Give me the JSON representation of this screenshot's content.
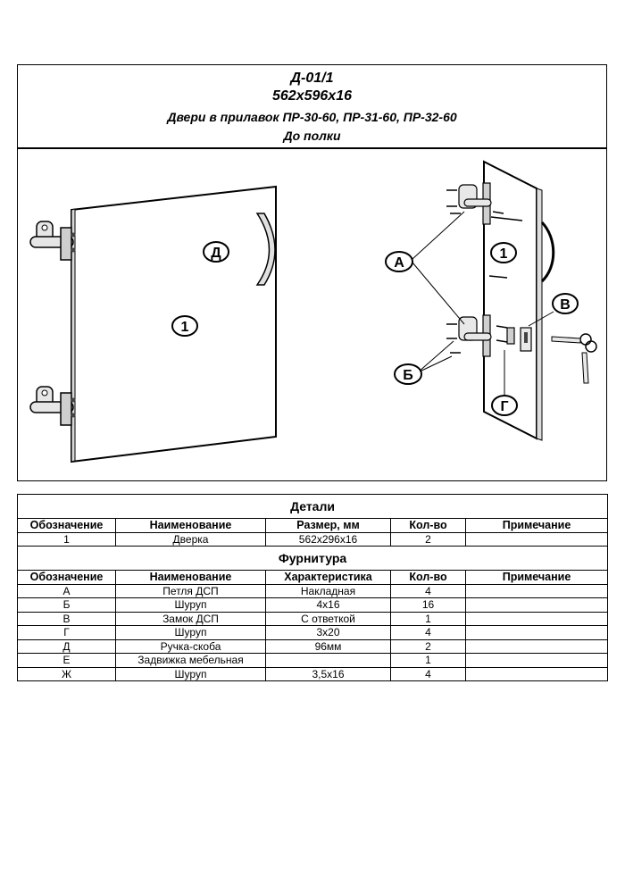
{
  "header": {
    "code": "Д-01/1",
    "dimensions": "562x596x16",
    "title": "Двери в прилавок ПР-30-60, ПР-31-60, ПР-32-60",
    "subtitle": "До полки"
  },
  "drawing": {
    "callouts": {
      "door_left": "1",
      "handle_left": "Д",
      "hinge_a": "А",
      "door_right": "1",
      "lock_v": "В",
      "screw_b": "Б",
      "screw_g": "Г"
    }
  },
  "details": {
    "section_title": "Детали",
    "columns": [
      "Обозначение",
      "Наименование",
      "Размер, мм",
      "Кол-во",
      "Примечание"
    ],
    "rows": [
      [
        "1",
        "Дверка",
        "562x296x16",
        "2",
        ""
      ]
    ]
  },
  "hardware": {
    "section_title": "Фурнитура",
    "columns": [
      "Обозначение",
      "Наименование",
      "Характеристика",
      "Кол-во",
      "Примечание"
    ],
    "rows": [
      [
        "А",
        "Петля ДСП",
        "Накладная",
        "4",
        ""
      ],
      [
        "Б",
        "Шуруп",
        "4x16",
        "16",
        ""
      ],
      [
        "В",
        "Замок ДСП",
        "С ответкой",
        "1",
        ""
      ],
      [
        "Г",
        "Шуруп",
        "3x20",
        "4",
        ""
      ],
      [
        "Д",
        "Ручка-скоба",
        "96мм",
        "2",
        ""
      ],
      [
        "Е",
        "Задвижка мебельная",
        "",
        "1",
        ""
      ],
      [
        "Ж",
        "Шуруп",
        "3,5x16",
        "4",
        ""
      ]
    ]
  }
}
